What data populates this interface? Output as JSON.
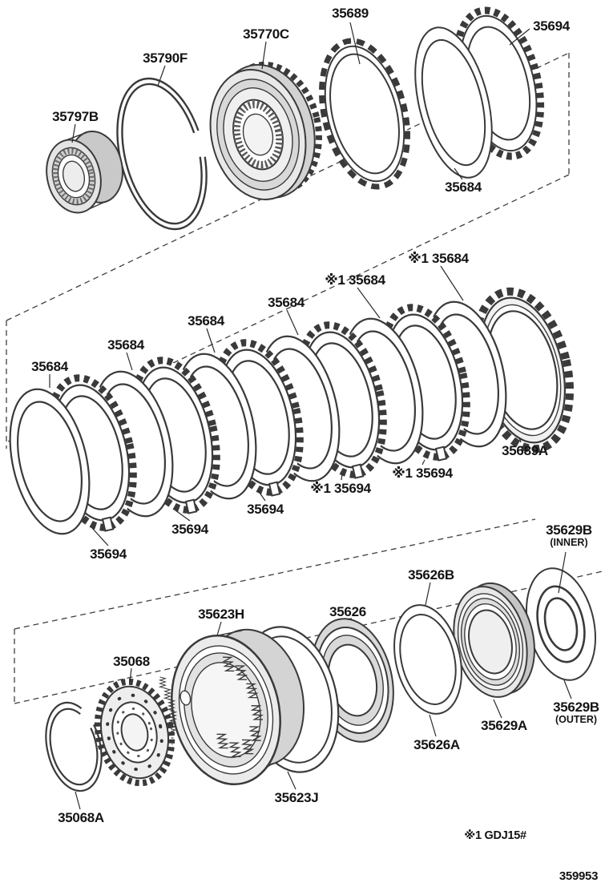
{
  "page": {
    "footnote": "※1 GDJ15#",
    "sheet_number": "359953",
    "ink_color": "#3a3a3a",
    "background": "#ffffff"
  },
  "parts": [
    {
      "label": "35689"
    },
    {
      "label": "35770C"
    },
    {
      "label": "35694"
    },
    {
      "label": "35790F"
    },
    {
      "label": "35797B"
    },
    {
      "label": "35684"
    },
    {
      "label": "※1 35684"
    },
    {
      "label": "※1 35684"
    },
    {
      "label": "35684"
    },
    {
      "label": "35684"
    },
    {
      "label": "35684"
    },
    {
      "label": "35684"
    },
    {
      "label": "35689A"
    },
    {
      "label": "※1 35694"
    },
    {
      "label": "※1 35694"
    },
    {
      "label": "35694"
    },
    {
      "label": "35694"
    },
    {
      "label": "35694"
    },
    {
      "label": "35629B",
      "qualifier": "(INNER)"
    },
    {
      "label": "35626B"
    },
    {
      "label": "35626"
    },
    {
      "label": "35623H"
    },
    {
      "label": "35068"
    },
    {
      "label": "35629A"
    },
    {
      "label": "35629B",
      "qualifier": "(OUTER)"
    },
    {
      "label": "35626A"
    },
    {
      "label": "35623J"
    },
    {
      "label": "35068A"
    }
  ]
}
